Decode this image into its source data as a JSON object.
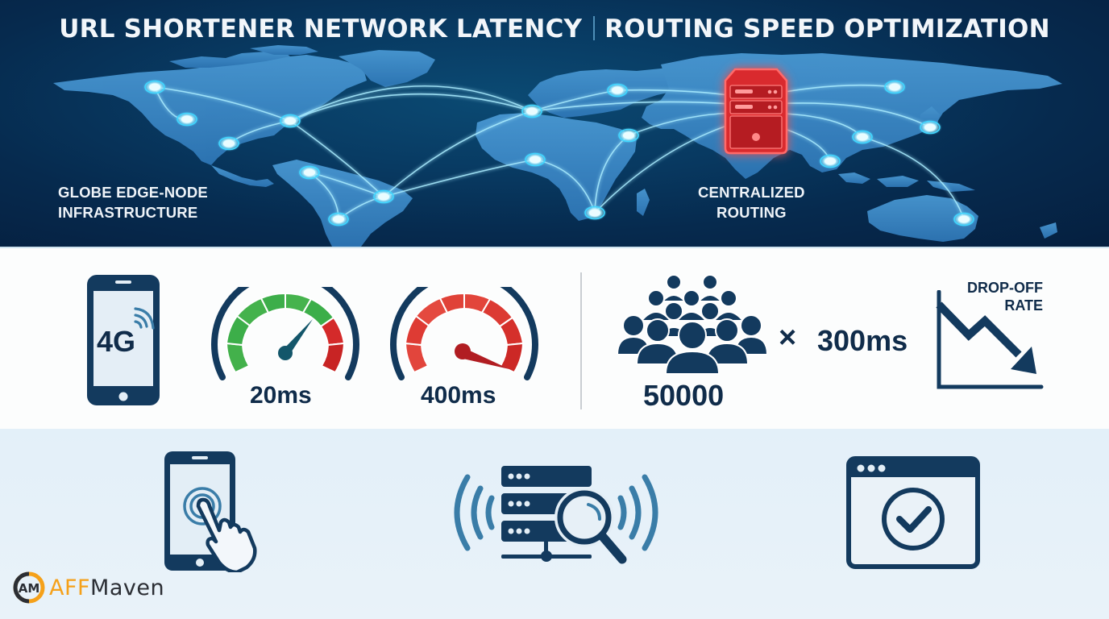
{
  "header": {
    "title_left": "URL SHORTENER NETWORK LATENCY",
    "title_right": "ROUTING SPEED OPTIMIZATION"
  },
  "map": {
    "label_left_line1": "GLOBE EDGE-NODE",
    "label_left_line2": "INFRASTRUCTURE",
    "label_right_line1": "CENTRALIZED",
    "label_right_line2": "ROUTING",
    "colors": {
      "background": "#062a4e",
      "land": "#3f8fd0",
      "node_glow": "#5fe0ff",
      "server": "#e8363a"
    }
  },
  "metrics": {
    "phone_network": "4G",
    "fast_gauge_value": "20ms",
    "slow_gauge_value": "400ms",
    "users_count": "50000",
    "multiplier_symbol": "×",
    "delay_value": "300ms",
    "chart_label_line1": "DROP-OFF",
    "chart_label_line2": "RATE",
    "colors": {
      "good": "#3cb44a",
      "bad": "#d42a2a",
      "ink": "#123454"
    }
  },
  "steps": [
    {
      "icon": "tap-phone-icon"
    },
    {
      "icon": "server-search-icon"
    },
    {
      "icon": "browser-check-icon"
    }
  ],
  "brand": {
    "logo_part1": "AFF",
    "logo_part2": "Maven"
  }
}
